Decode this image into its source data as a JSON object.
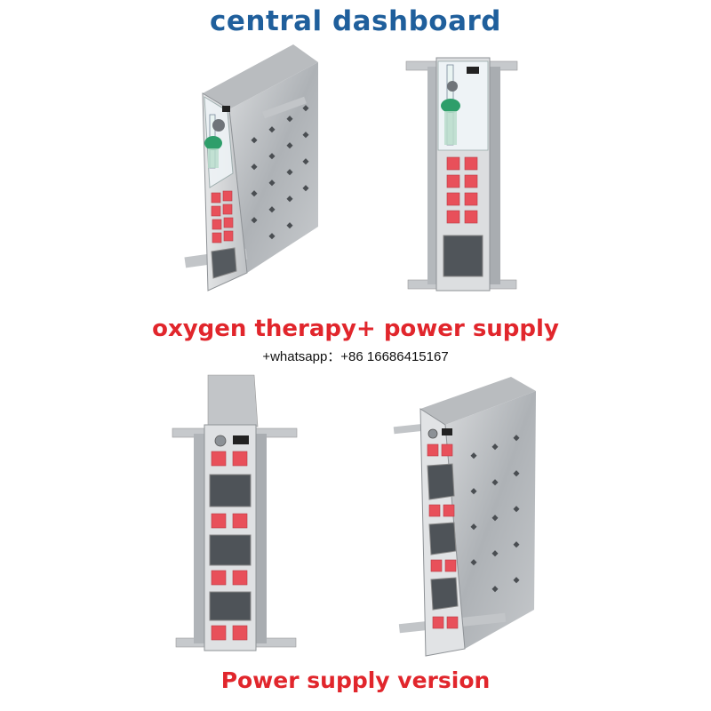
{
  "title": "central dashboard",
  "subtitle_top": "oxygen therapy+ power supply",
  "contact": "+whatsapp：+86 16686415167",
  "subtitle_bottom": "Power supply version",
  "colors": {
    "title_blue": "#1f5f9c",
    "caption_red": "#e1262c",
    "socket_red": "#e8505a",
    "flowmeter_green": "#2e9e6a"
  },
  "photos": [
    {
      "label": "oxygen-therapy-power-supply-panel-angled"
    },
    {
      "label": "oxygen-therapy-power-supply-panel-front"
    },
    {
      "label": "power-supply-panel-front"
    },
    {
      "label": "power-supply-panel-angled"
    }
  ]
}
